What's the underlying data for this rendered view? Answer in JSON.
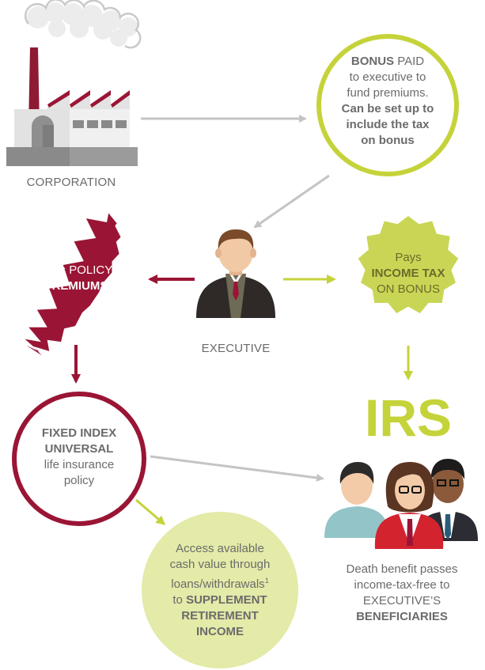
{
  "corporation": {
    "label": "CORPORATION"
  },
  "bonus": {
    "line1_bold": "BONUS",
    "line1_rest": " PAID",
    "line2": "to executive to",
    "line3": "fund premiums.",
    "line4": "Can be set up to",
    "line5": "include the tax",
    "line6": "on bonus"
  },
  "premiums": {
    "line1": "Pays POLICY",
    "line2": "PREMIUMS"
  },
  "executive": {
    "label": "EXECUTIVE"
  },
  "income_tax": {
    "line1": "Pays",
    "line2": "INCOME TAX",
    "line3": "ON BONUS"
  },
  "irs": {
    "label": "IRS"
  },
  "policy": {
    "line1": "FIXED INDEX",
    "line2": "UNIVERSAL",
    "line3": "life insurance",
    "line4": "policy"
  },
  "cash_value": {
    "line1": "Access available",
    "line2": "cash value through",
    "line3": "loans/withdrawals",
    "sup": "1",
    "line4_pre": "to ",
    "line4_bold": "SUPPLEMENT",
    "line5": "RETIREMENT",
    "line6": "INCOME"
  },
  "beneficiaries": {
    "line1": "Death benefit passes",
    "line2": "income-tax-free to",
    "line3": "EXECUTIVE’S",
    "line4": "BENEFICIARIES"
  },
  "colors": {
    "maroon": "#9a1535",
    "lime": "#c5d33a",
    "lime_fill": "#c9d655",
    "pale_lime": "#e4eaa8",
    "gray_arrow": "#c4c4c4"
  }
}
